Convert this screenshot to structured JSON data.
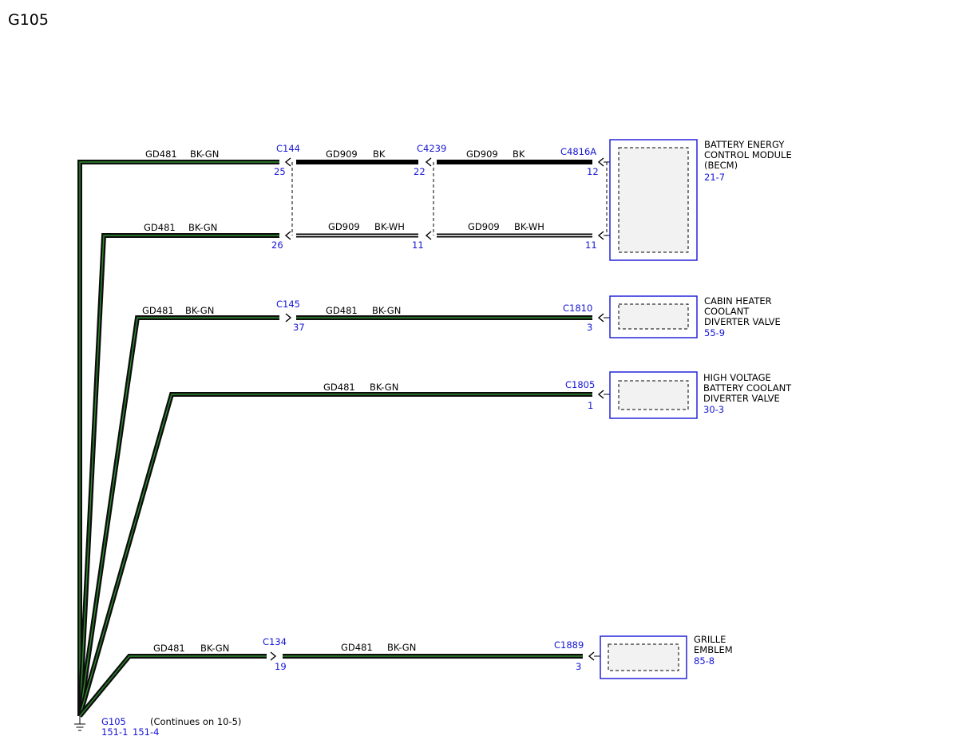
{
  "title": "G105",
  "connectors": {
    "c144": "C144",
    "c144_pin_a": "25",
    "c144_pin_b": "26",
    "c4239": "C4239",
    "c4239_pin_a": "22",
    "c4239_pin_b": "11",
    "c4816a": "C4816A",
    "c4816a_pin_a": "12",
    "c4816a_pin_b": "11",
    "c145": "C145",
    "c145_pin": "37",
    "c1810": "C1810",
    "c1810_pin": "3",
    "c1805": "C1805",
    "c1805_pin": "1",
    "c134": "C134",
    "c134_pin": "19",
    "c1889": "C1889",
    "c1889_pin": "3"
  },
  "wires": {
    "gd481": "GD481",
    "gd909": "GD909",
    "bk_gn": "BK-GN",
    "bk": "BK",
    "bk_wh": "BK-WH"
  },
  "components": {
    "becm": {
      "lines": [
        "BATTERY ENERGY",
        "CONTROL MODULE",
        "(BECM)"
      ],
      "ref": "21-7"
    },
    "cabin_heater": {
      "lines": [
        "CABIN HEATER",
        "COOLANT",
        "DIVERTER VALVE"
      ],
      "ref": "55-9"
    },
    "hv_battery": {
      "lines": [
        "HIGH VOLTAGE",
        "BATTERY COOLANT",
        "DIVERTER VALVE"
      ],
      "ref": "30-3"
    },
    "grille": {
      "lines": [
        "GRILLE",
        "EMBLEM"
      ],
      "ref": "85-8"
    }
  },
  "ground": {
    "name": "G105",
    "ref_a": "151-1",
    "ref_b": "151-4",
    "note": "(Continues on 10-5)"
  }
}
